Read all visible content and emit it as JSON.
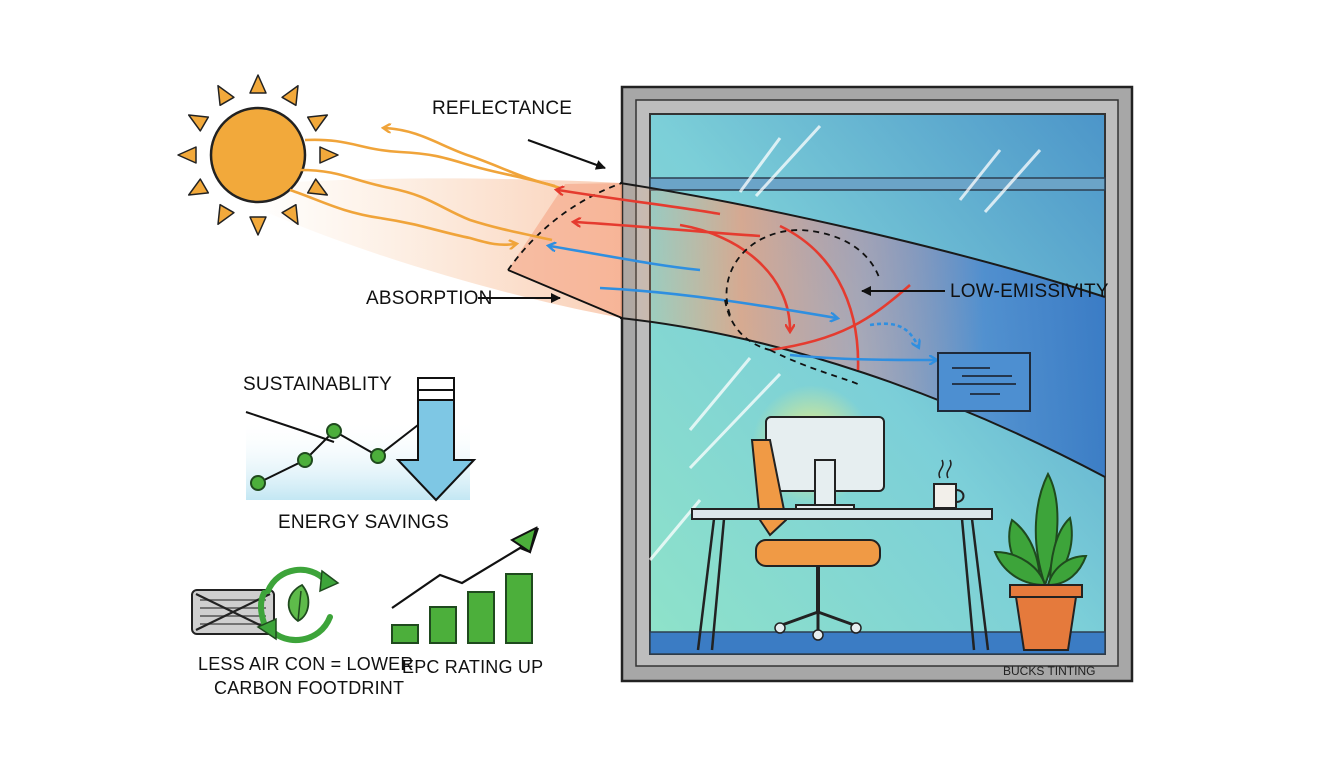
{
  "labels": {
    "reflectance": "REFLECTANCE",
    "absorption": "ABSORPTION",
    "low_emissivity": "LOW-EMISSIVITY",
    "sustainability": "SUSTAINABLITY",
    "energy_savings": "ENERGY SAVINGS",
    "less_air_con_line1": "LESS AIR CON = LOWER",
    "less_air_con_line2": "CARBON FOOTDRINT",
    "epc_rating_up": "EPC RATING UP",
    "brand": "BUCKS TINTING"
  },
  "icons": {
    "sun": "sun-icon",
    "window": "window-icon",
    "desk": "desk-icon",
    "chair": "office-chair-icon",
    "monitor": "monitor-icon",
    "mug": "coffee-mug-icon",
    "plant": "potted-plant-icon",
    "wall_screen": "wall-display-icon",
    "line_chart": "line-chart-icon",
    "down_arrow": "down-arrow-icon",
    "air_con": "air-conditioner-icon",
    "recycle_leaf": "recycle-leaf-icon",
    "bar_chart": "bar-chart-icon"
  },
  "colors": {
    "sun": "#F2A93B",
    "solar_ray": "#F0A43A",
    "reflect_arrow": "#E53B2F",
    "low_e_arrow": "#2F8FE0",
    "glass_teal": "#7FD3C8",
    "glass_blue": "#3F7EC9",
    "frame_gray": "#8E8E8E",
    "green": "#3DA43A",
    "chair_orange": "#F09A45",
    "pot_orange": "#E57A3C"
  }
}
